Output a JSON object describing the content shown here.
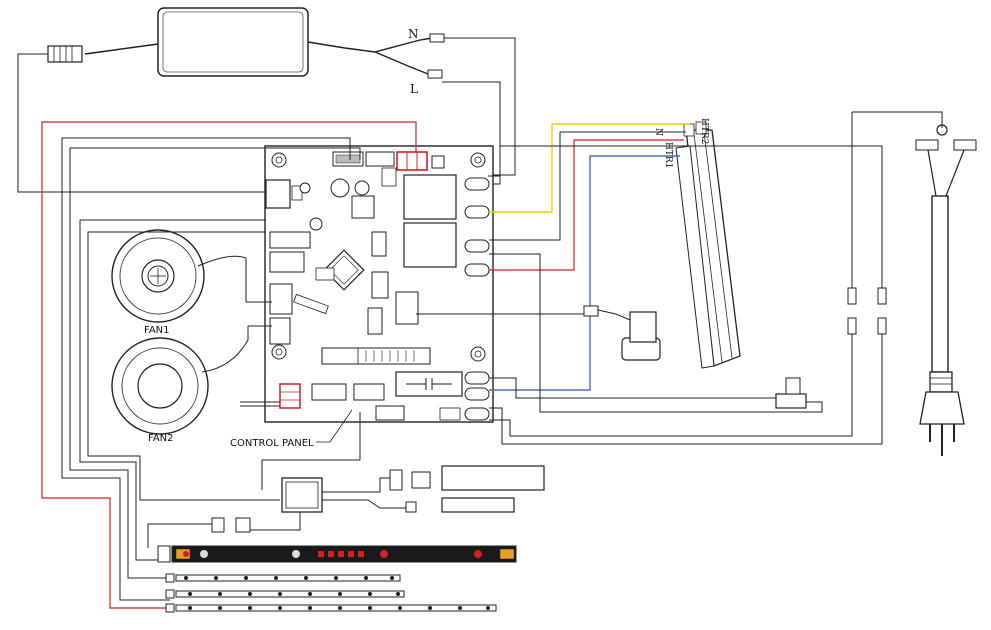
{
  "labels": {
    "neutral": "N",
    "live": "L",
    "fan1": "FAN1",
    "fan2": "FAN2",
    "control_panel": "CONTROL PANEL",
    "htr1": "HTR1",
    "htr2": "HTR2",
    "heater_n": "N"
  },
  "colors": {
    "wire_black": "#222222",
    "wire_red": "#d42020",
    "wire_yellow": "#e8d200",
    "wire_blue": "#2b4fb8",
    "connector_red": "#d42020",
    "led_red": "#d42020"
  }
}
